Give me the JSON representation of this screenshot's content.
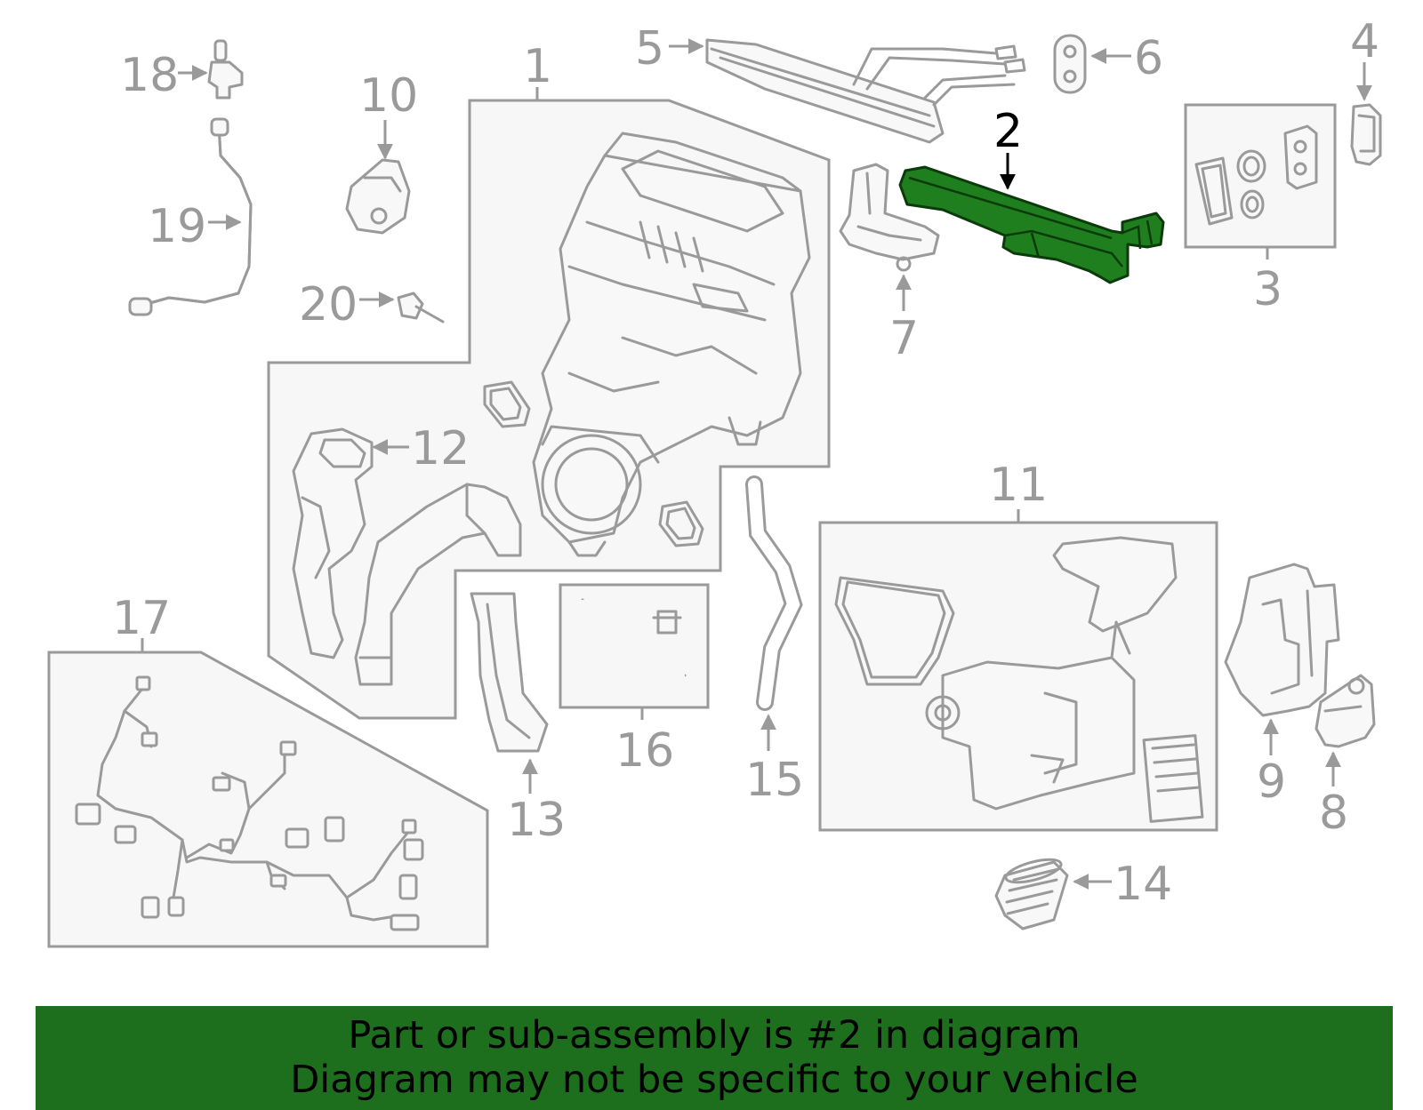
{
  "banner": {
    "line1": "Part or sub-assembly is #2 in diagram",
    "line2": "Diagram may not be specific to your vehicle",
    "background": "#1d6f1d"
  },
  "highlight": {
    "part_number": "2",
    "color": "#1f7f1f"
  },
  "callouts": {
    "c1": "1",
    "c2": "2",
    "c3": "3",
    "c4": "4",
    "c5": "5",
    "c6": "6",
    "c7": "7",
    "c8": "8",
    "c9": "9",
    "c10": "10",
    "c11": "11",
    "c12": "12",
    "c13": "13",
    "c14": "14",
    "c15": "15",
    "c16": "16",
    "c17": "17",
    "c18": "18",
    "c19": "19",
    "c20": "20"
  }
}
